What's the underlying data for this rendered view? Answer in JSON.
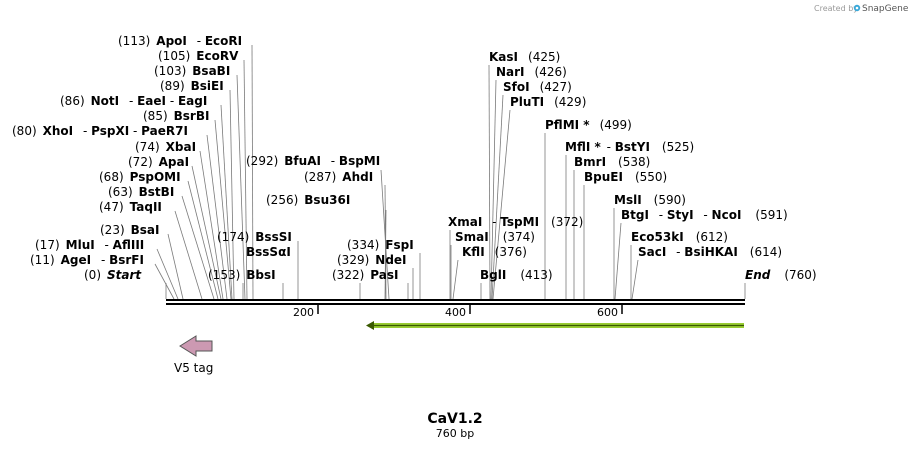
{
  "credit": {
    "text": "Created by",
    "brand": "SnapGene"
  },
  "map": {
    "name": "CaV1.2",
    "length_label": "760 bp",
    "length": 760
  },
  "ruler": {
    "ticks": [
      "200",
      "400",
      "600"
    ]
  },
  "features": [
    {
      "label": "V5 tag",
      "direction": "reverse",
      "color": "#cc99b2"
    },
    {
      "label": "",
      "direction": "reverse",
      "color": "#99cc33"
    }
  ],
  "sites": [
    {
      "pos": "(0)",
      "names": [
        "Start"
      ],
      "italic": true
    },
    {
      "pos": "(11)",
      "names": [
        "AgeI",
        "BsrFI"
      ]
    },
    {
      "pos": "(17)",
      "names": [
        "MluI",
        "AflIII"
      ]
    },
    {
      "pos": "(23)",
      "names": [
        "BsaI"
      ]
    },
    {
      "pos": "(47)",
      "names": [
        "TaqII"
      ]
    },
    {
      "pos": "(63)",
      "names": [
        "BstBI"
      ]
    },
    {
      "pos": "(68)",
      "names": [
        "PspOMI"
      ]
    },
    {
      "pos": "(72)",
      "names": [
        "ApaI"
      ]
    },
    {
      "pos": "(74)",
      "names": [
        "XbaI"
      ]
    },
    {
      "pos": "(80)",
      "names": [
        "XhoI",
        "PspXI",
        "PaeR7I"
      ]
    },
    {
      "pos": "(85)",
      "names": [
        "BsrBI"
      ]
    },
    {
      "pos": "(86)",
      "names": [
        "NotI",
        "EaeI",
        "EagI"
      ]
    },
    {
      "pos": "(89)",
      "names": [
        "BsiEI"
      ]
    },
    {
      "pos": "(103)",
      "names": [
        "BsaBI"
      ]
    },
    {
      "pos": "(105)",
      "names": [
        "EcoRV"
      ]
    },
    {
      "pos": "(113)",
      "names": [
        "ApoI",
        "EcoRI"
      ]
    },
    {
      "pos": "(153)",
      "names": [
        "BbsI"
      ]
    },
    {
      "pos": "(174)",
      "names": [
        "BssSI",
        "BssSαI"
      ]
    },
    {
      "pos": "(292)",
      "names": [
        "BfuAI",
        "BspMI"
      ]
    },
    {
      "pos": "(287)",
      "names": [
        "AhdI"
      ]
    },
    {
      "pos": "(256)",
      "names": [
        "Bsu36I"
      ]
    },
    {
      "pos": "(334)",
      "names": [
        "FspI"
      ]
    },
    {
      "pos": "(329)",
      "names": [
        "NdeI"
      ]
    },
    {
      "pos": "(322)",
      "names": [
        "PasI"
      ]
    },
    {
      "pos": "(425)",
      "names": [
        "KasI"
      ]
    },
    {
      "pos": "(426)",
      "names": [
        "NarI"
      ]
    },
    {
      "pos": "(427)",
      "names": [
        "SfoI"
      ]
    },
    {
      "pos": "(429)",
      "names": [
        "PluTI"
      ]
    },
    {
      "pos": "(372)",
      "names": [
        "XmaI",
        "TspMI"
      ]
    },
    {
      "pos": "(374)",
      "names": [
        "SmaI"
      ]
    },
    {
      "pos": "(376)",
      "names": [
        "KflI"
      ]
    },
    {
      "pos": "(413)",
      "names": [
        "BglI"
      ]
    },
    {
      "pos": "(499)",
      "names": [
        "PflMI *"
      ]
    },
    {
      "pos": "(525)",
      "names": [
        "MflI *",
        "BstYI"
      ]
    },
    {
      "pos": "(538)",
      "names": [
        "BmrI"
      ]
    },
    {
      "pos": "(550)",
      "names": [
        "BpuEI"
      ]
    },
    {
      "pos": "(590)",
      "names": [
        "MslI"
      ]
    },
    {
      "pos": "(591)",
      "names": [
        "BtgI",
        "StyI",
        "NcoI"
      ]
    },
    {
      "pos": "(612)",
      "names": [
        "Eco53kI"
      ]
    },
    {
      "pos": "(614)",
      "names": [
        "SacI",
        "BsiHKAI"
      ]
    },
    {
      "pos": "(760)",
      "names": [
        "End"
      ],
      "italic": true
    }
  ]
}
